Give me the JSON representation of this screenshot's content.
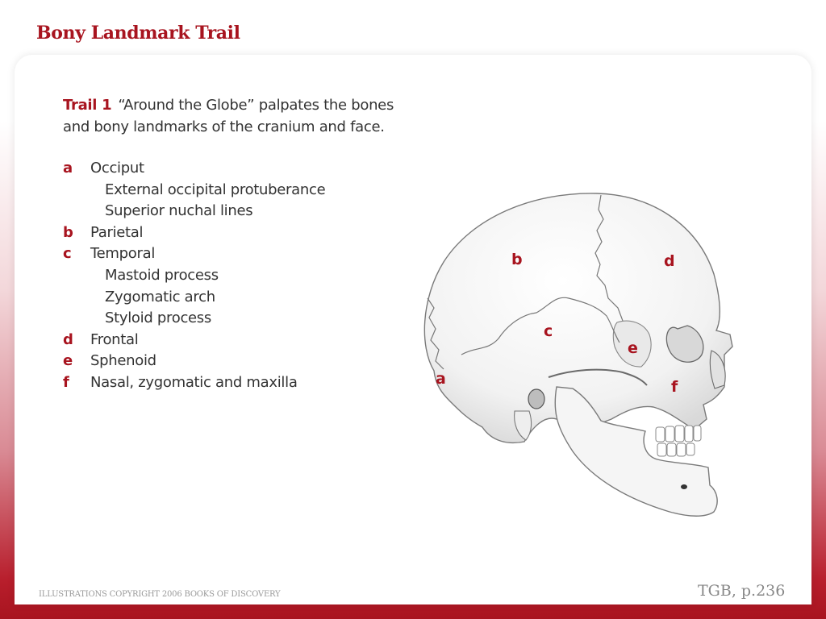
{
  "slide": {
    "title": "Bony Landmark Trail",
    "copyright": "ILLUSTRATIONS COPYRIGHT 2006 BOOKS OF DISCOVERY",
    "page_ref": "TGB, p.236"
  },
  "trail": {
    "label": "Trail 1",
    "intro_line1": "“Around the Globe” palpates the bones",
    "intro_line2": "and bony landmarks of the cranium and face."
  },
  "landmarks": [
    {
      "letter": "a",
      "name": "Occiput",
      "subs": [
        "External occipital protuberance",
        "Superior nuchal lines"
      ]
    },
    {
      "letter": "b",
      "name": "Parietal",
      "subs": []
    },
    {
      "letter": "c",
      "name": "Temporal",
      "subs": [
        "Mastoid process",
        "Zygomatic arch",
        "Styloid process"
      ]
    },
    {
      "letter": "d",
      "name": "Frontal",
      "subs": []
    },
    {
      "letter": "e",
      "name": "Sphenoid",
      "subs": []
    },
    {
      "letter": "f",
      "name": "Nasal, zygomatic and maxilla",
      "subs": []
    }
  ],
  "skull_labels": {
    "a": "a",
    "b": "b",
    "c": "c",
    "d": "d",
    "e": "e",
    "f": "f"
  },
  "colors": {
    "accent": "#a8141f",
    "body_text": "#333333",
    "footer_text": "#9a9a9a"
  }
}
